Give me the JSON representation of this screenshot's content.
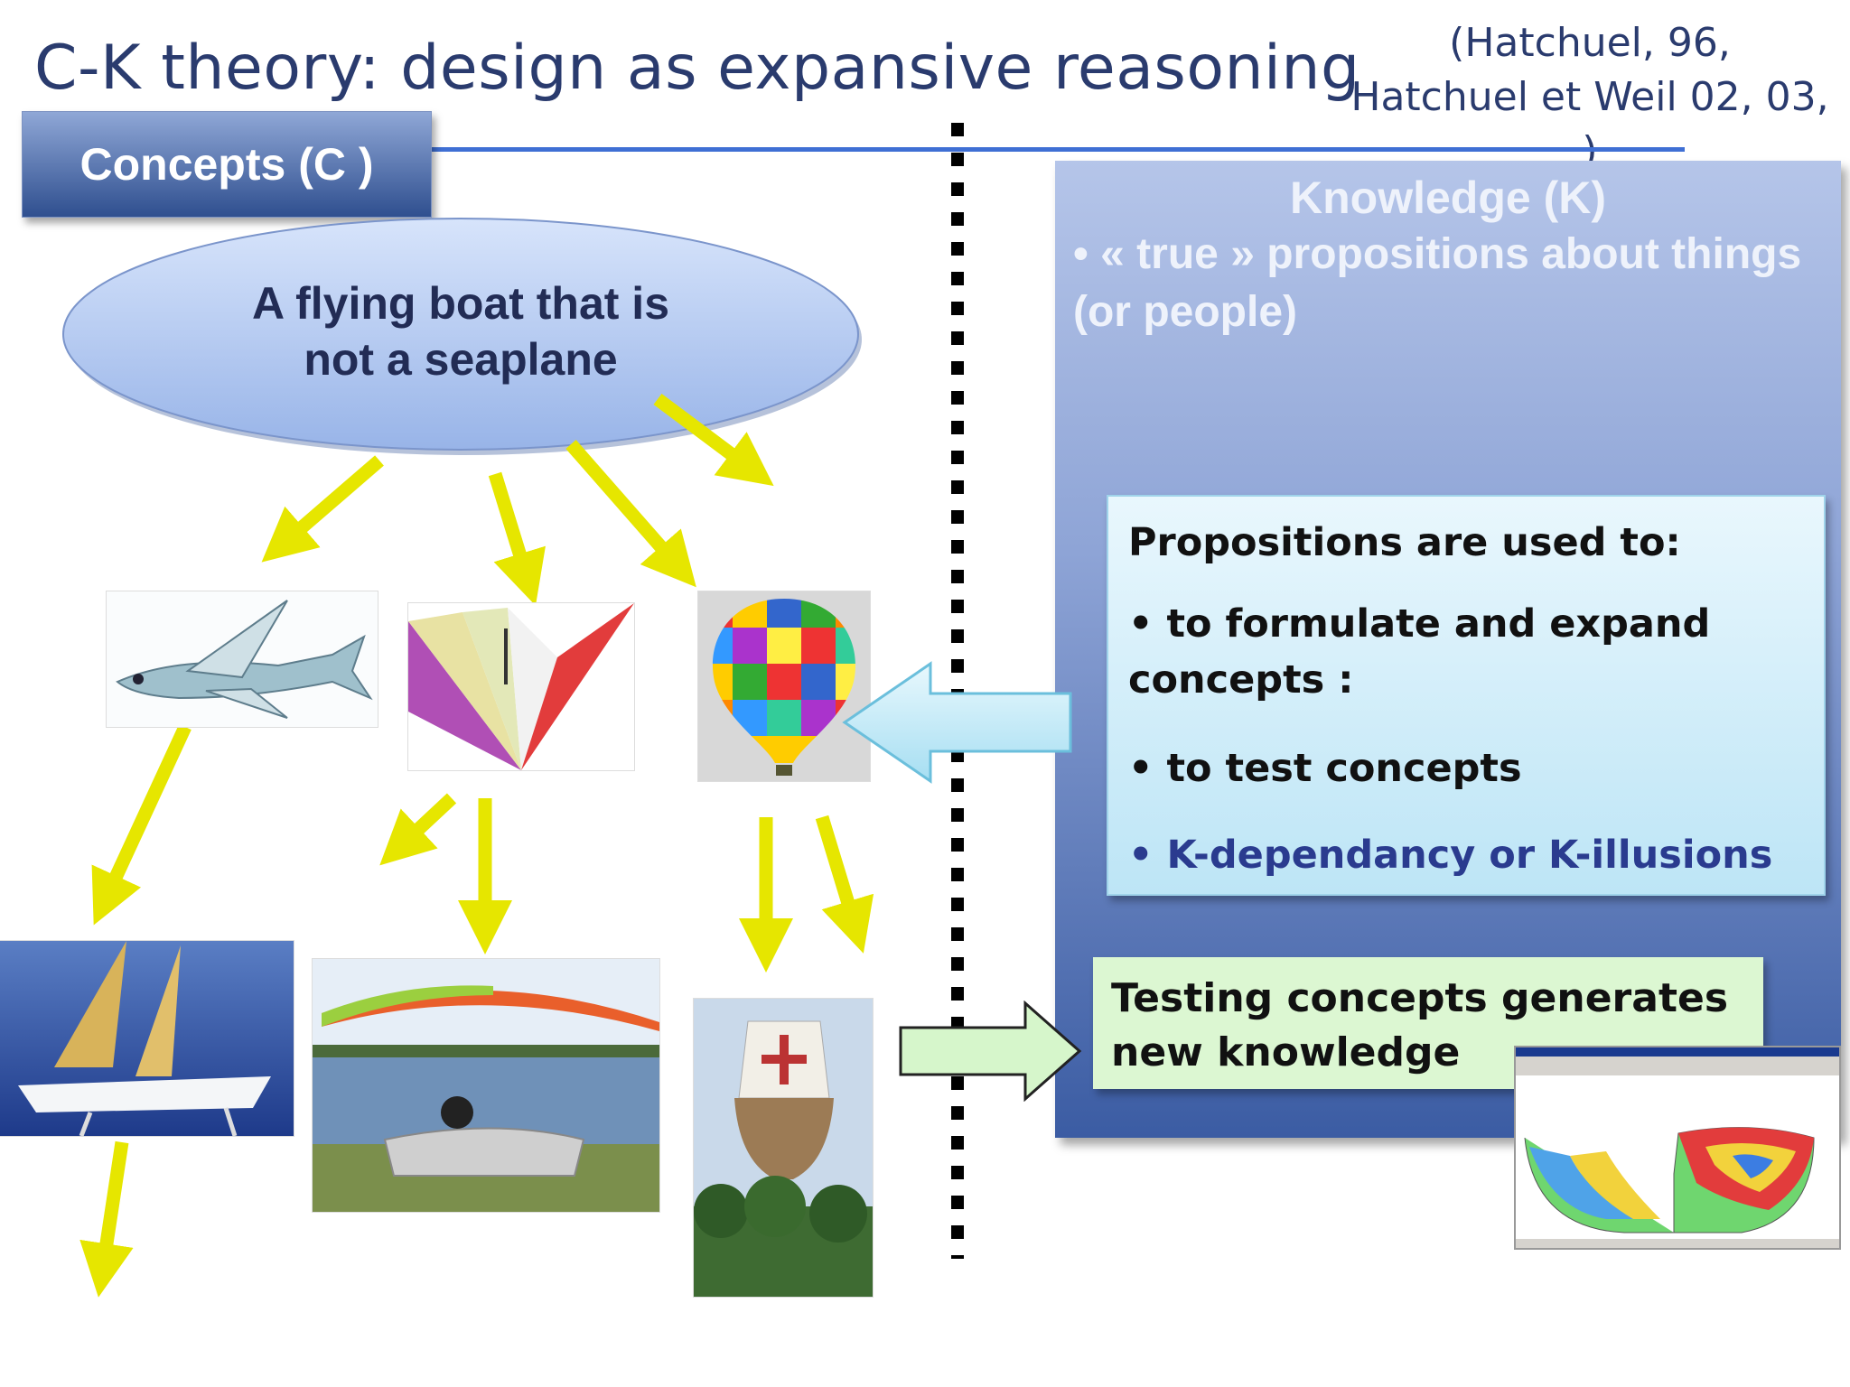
{
  "title": "C-K theory: design as expansive reasoning",
  "citation": "(Hatchuel, 96,\nHatchuel et Weil 02, 03,\n)",
  "concepts_tab": "Concepts (C )",
  "knowledge": {
    "title": "Knowledge (K)",
    "desc": "• « true » propositions about things (or people)"
  },
  "concept_root": "A flying boat that is not a seaplane",
  "propositions": {
    "heading": "Propositions are used to:",
    "item1": "• to formulate and expand concepts :",
    "item2": "• to test concepts",
    "item3": "• K-dependancy or K-illusions"
  },
  "testing": "Testing concepts generates new knowledge",
  "colors": {
    "arrow_yellow": "#e6e600",
    "accent_blue": "#3f6fd4",
    "title_blue": "#2a3b6e"
  },
  "images": [
    "flying-fish",
    "paraglider-wing",
    "hot-air-balloon",
    "hydrofoil-trimaran",
    "flying-inflatable-boat",
    "ship-shaped-balloon",
    "cad-software-window"
  ]
}
